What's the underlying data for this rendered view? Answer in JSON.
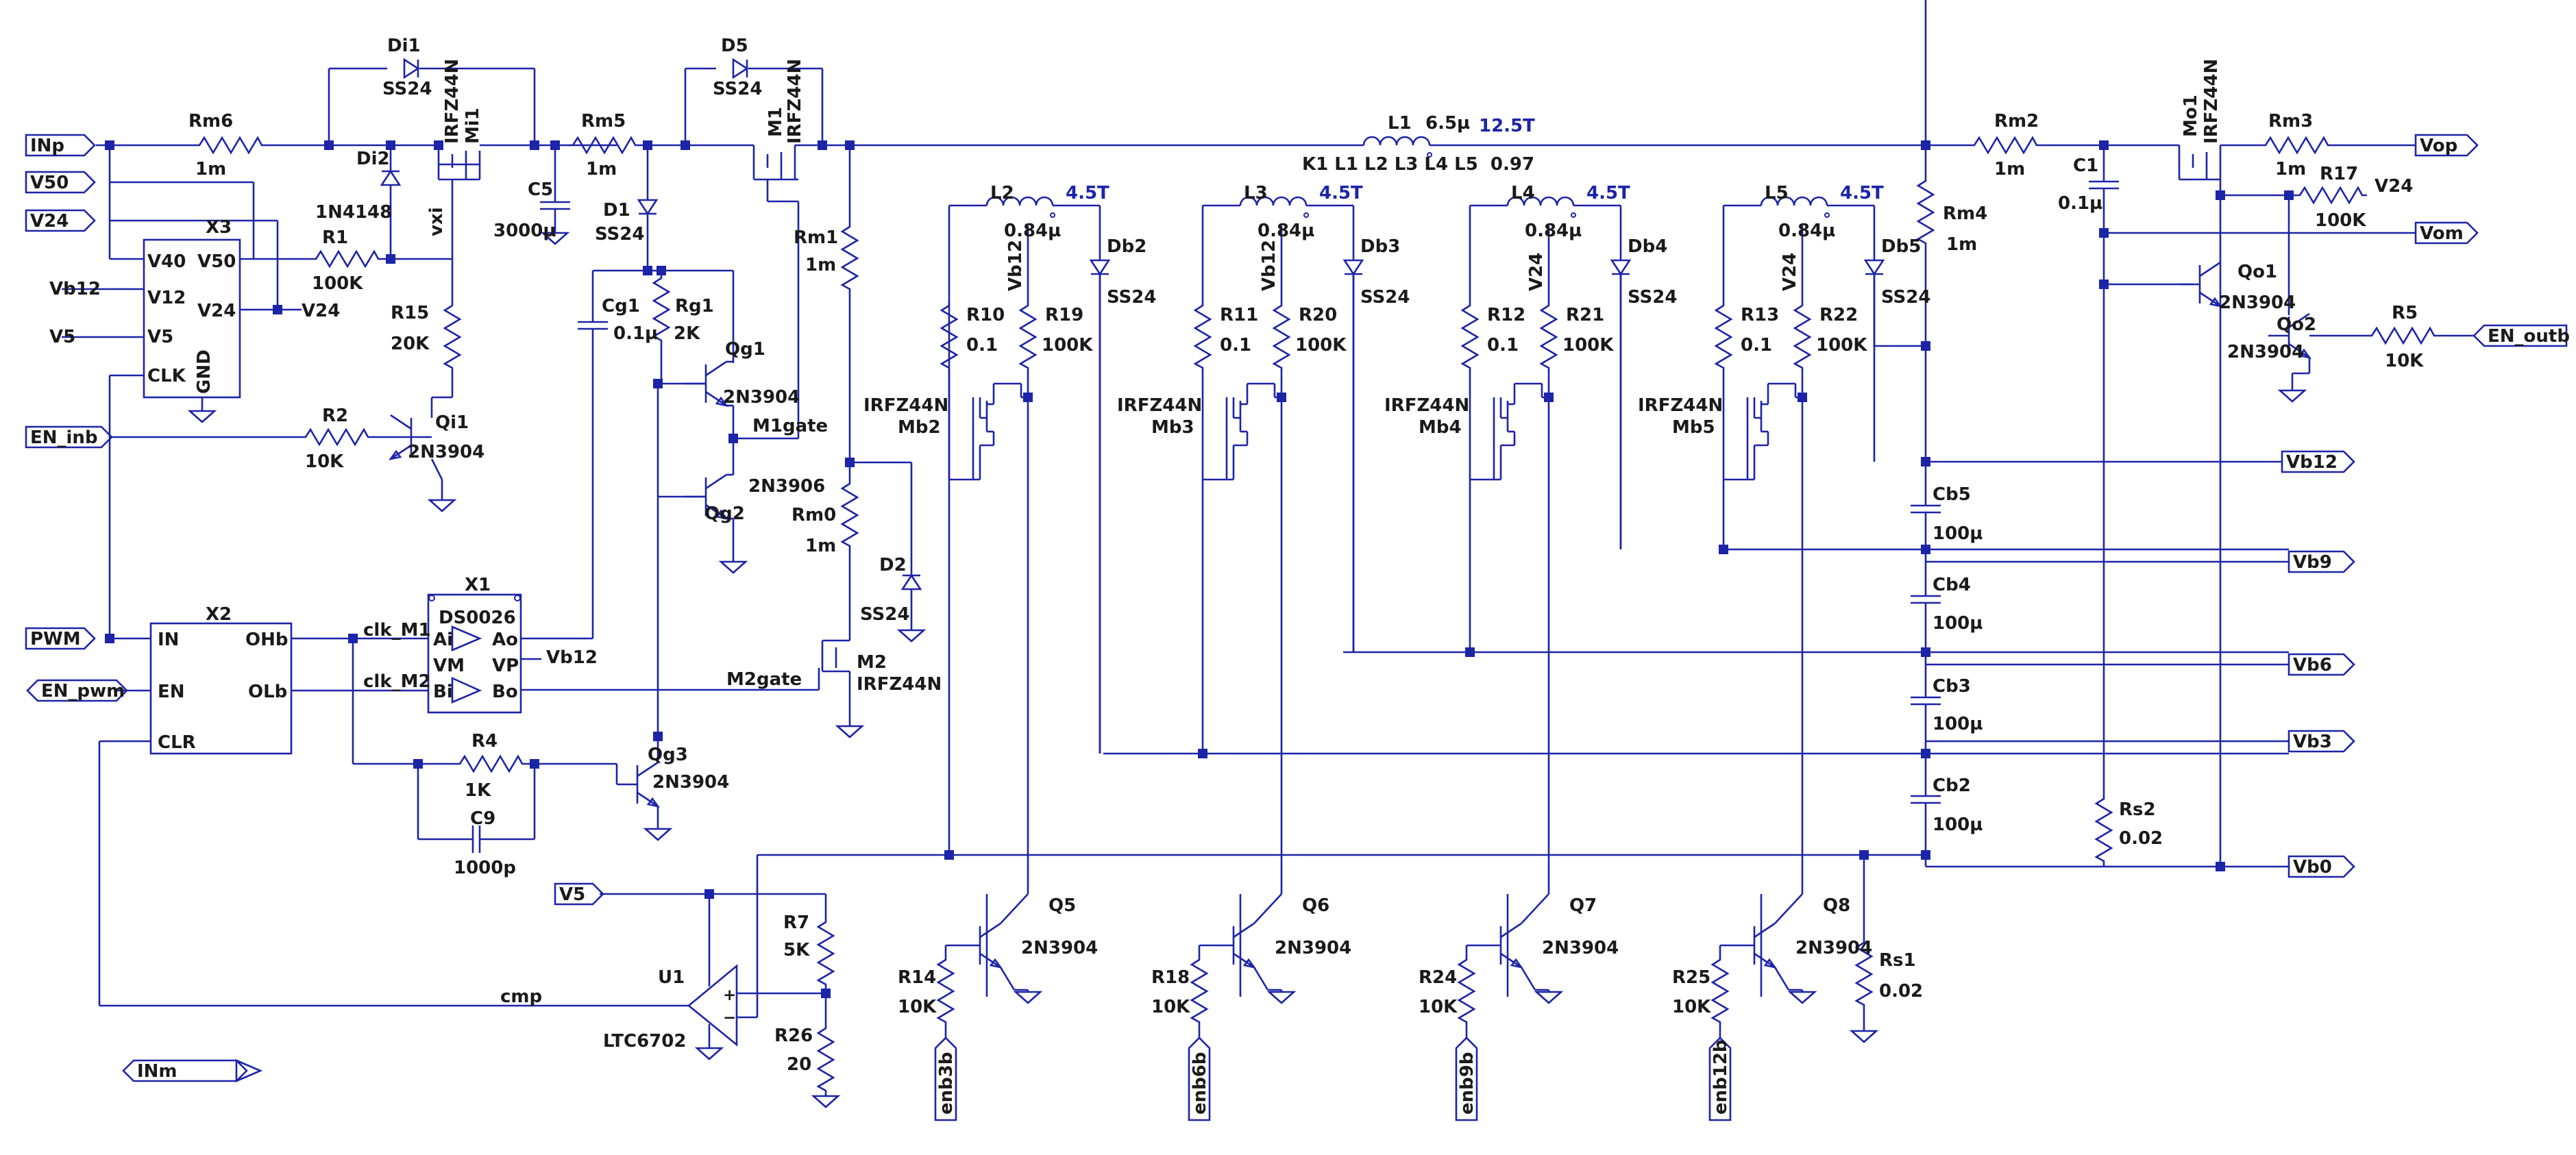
{
  "ports": {
    "INp": "INp",
    "V50": "V50",
    "V24": "V24",
    "Vb12": "Vb12",
    "V5": "V5",
    "EN_inb": "EN_inb",
    "PWM": "PWM",
    "EN_pwm": "EN_pwm",
    "V5b": "V5",
    "INm": "INm",
    "Vop": "Vop",
    "Vom": "Vom",
    "EN_outb": "EN_outb",
    "Vb12r": "Vb12",
    "Vb9": "Vb9",
    "Vb6": "Vb6",
    "Vb3": "Vb3",
    "Vb0": "Vb0",
    "enb3b": "enb3b",
    "enb6b": "enb6b",
    "enb9b": "enb9b",
    "enb12b": "enb12b"
  },
  "parts": {
    "Di1": {
      "ref": "Di1",
      "val": "SS24"
    },
    "Mi1": {
      "ref": "Mi1",
      "val": "IRFZ44N"
    },
    "Di2": {
      "ref": "Di2",
      "val": "1N4148"
    },
    "Rm6": {
      "ref": "Rm6",
      "val": "1m"
    },
    "R1": {
      "ref": "R1",
      "val": "100K"
    },
    "R15": {
      "ref": "R15",
      "val": "20K"
    },
    "R2": {
      "ref": "R2",
      "val": "10K"
    },
    "Qi1": {
      "ref": "Qi1",
      "val": "2N3904"
    },
    "C5": {
      "ref": "C5",
      "val": "3000µ"
    },
    "Rm5": {
      "ref": "Rm5",
      "val": "1m"
    },
    "D1": {
      "ref": "D1",
      "val": "SS24"
    },
    "D5": {
      "ref": "D5",
      "val": "SS24"
    },
    "M1": {
      "ref": "M1",
      "val": "IRFZ44N"
    },
    "Cg1": {
      "ref": "Cg1",
      "val": "0.1µ"
    },
    "Rg1": {
      "ref": "Rg1",
      "val": "2K"
    },
    "Qg1": {
      "ref": "Qg1",
      "val": "2N3904"
    },
    "Qg2": {
      "ref": "Qg2",
      "val": "2N3906"
    },
    "Rm1": {
      "ref": "Rm1",
      "val": "1m"
    },
    "Rm0": {
      "ref": "Rm0",
      "val": "1m"
    },
    "D2": {
      "ref": "D2",
      "val": "SS24"
    },
    "M2": {
      "ref": "M2",
      "val": "IRFZ44N"
    },
    "R4": {
      "ref": "R4",
      "val": "1K"
    },
    "C9": {
      "ref": "C9",
      "val": "1000p"
    },
    "Qg3": {
      "ref": "Qg3",
      "val": "2N3904"
    },
    "R7": {
      "ref": "R7",
      "val": "5K"
    },
    "R26": {
      "ref": "R26",
      "val": "20"
    },
    "U1": {
      "ref": "U1",
      "val": "LTC6702"
    },
    "L1": {
      "ref": "L1",
      "val": "6.5µ",
      "ann": "12.5T"
    },
    "L2": {
      "ref": "L2",
      "val": "0.84µ",
      "ann": "4.5T"
    },
    "L3": {
      "ref": "L3",
      "val": "0.84µ",
      "ann": "4.5T"
    },
    "L4": {
      "ref": "L4",
      "val": "0.84µ",
      "ann": "4.5T"
    },
    "L5": {
      "ref": "L5",
      "val": "0.84µ",
      "ann": "4.5T"
    },
    "Db2": {
      "ref": "Db2",
      "val": "SS24"
    },
    "Db3": {
      "ref": "Db3",
      "val": "SS24"
    },
    "Db4": {
      "ref": "Db4",
      "val": "SS24"
    },
    "Db5": {
      "ref": "Db5",
      "val": "SS24"
    },
    "R10": {
      "ref": "R10",
      "val": "0.1"
    },
    "R11": {
      "ref": "R11",
      "val": "0.1"
    },
    "R12": {
      "ref": "R12",
      "val": "0.1"
    },
    "R13": {
      "ref": "R13",
      "val": "0.1"
    },
    "R19": {
      "ref": "R19",
      "val": "100K"
    },
    "R20": {
      "ref": "R20",
      "val": "100K"
    },
    "R21": {
      "ref": "R21",
      "val": "100K"
    },
    "R22": {
      "ref": "R22",
      "val": "100K"
    },
    "Mb2": {
      "ref": "Mb2",
      "val": "IRFZ44N"
    },
    "Mb3": {
      "ref": "Mb3",
      "val": "IRFZ44N"
    },
    "Mb4": {
      "ref": "Mb4",
      "val": "IRFZ44N"
    },
    "Mb5": {
      "ref": "Mb5",
      "val": "IRFZ44N"
    },
    "Q5": {
      "ref": "Q5",
      "val": "2N3904"
    },
    "Q6": {
      "ref": "Q6",
      "val": "2N3904"
    },
    "Q7": {
      "ref": "Q7",
      "val": "2N3904"
    },
    "Q8": {
      "ref": "Q8",
      "val": "2N3904"
    },
    "R14": {
      "ref": "R14",
      "val": "10K"
    },
    "R18": {
      "ref": "R18",
      "val": "10K"
    },
    "R24": {
      "ref": "R24",
      "val": "10K"
    },
    "R25": {
      "ref": "R25",
      "val": "10K"
    },
    "Rs1": {
      "ref": "Rs1",
      "val": "0.02"
    },
    "Rm4": {
      "ref": "Rm4",
      "val": "1m"
    },
    "Rm2": {
      "ref": "Rm2",
      "val": "1m"
    },
    "C1": {
      "ref": "C1",
      "val": "0.1µ"
    },
    "Mo1": {
      "ref": "Mo1",
      "val": "IRFZ44N"
    },
    "Rm3": {
      "ref": "Rm3",
      "val": "1m"
    },
    "R17": {
      "ref": "R17",
      "val": "100K"
    },
    "Qo1": {
      "ref": "Qo1",
      "val": "2N3904"
    },
    "Qo2": {
      "ref": "Qo2",
      "val": "2N3904"
    },
    "R5": {
      "ref": "R5",
      "val": "10K"
    },
    "Rs2": {
      "ref": "Rs2",
      "val": "0.02"
    },
    "Cb2": {
      "ref": "Cb2",
      "val": "100µ"
    },
    "Cb3": {
      "ref": "Cb3",
      "val": "100µ"
    },
    "Cb4": {
      "ref": "Cb4",
      "val": "100µ"
    },
    "Cb5": {
      "ref": "Cb5",
      "val": "100µ"
    }
  },
  "ics": {
    "X3": {
      "ref": "X3",
      "pins": [
        "V40",
        "V50",
        "V12",
        "V24",
        "V5",
        "CLK",
        "GND"
      ]
    },
    "X2": {
      "ref": "X2",
      "pins": [
        "IN",
        "OHb",
        "EN",
        "OLb",
        "CLR"
      ]
    },
    "X1": {
      "ref": "X1",
      "part": "DS0026",
      "pins": [
        "Ai",
        "Ao",
        "VM",
        "VP",
        "Bi",
        "Bo"
      ]
    }
  },
  "nets": {
    "vxi": "vxi",
    "V24n": "V24",
    "Vb12g": "Vb12",
    "M1gate": "M1gate",
    "M2gate": "M2gate",
    "clkM1": "clk_M1",
    "clkM2": "clk_M2",
    "cmp": "cmp",
    "Vb12_2": "Vb12",
    "Vb12_3": "Vb12",
    "V24_4": "V24",
    "V24_5": "V24",
    "V24_o": "V24"
  },
  "coupling": "K1 L1 L2 L3 L4 L5  0.97"
}
